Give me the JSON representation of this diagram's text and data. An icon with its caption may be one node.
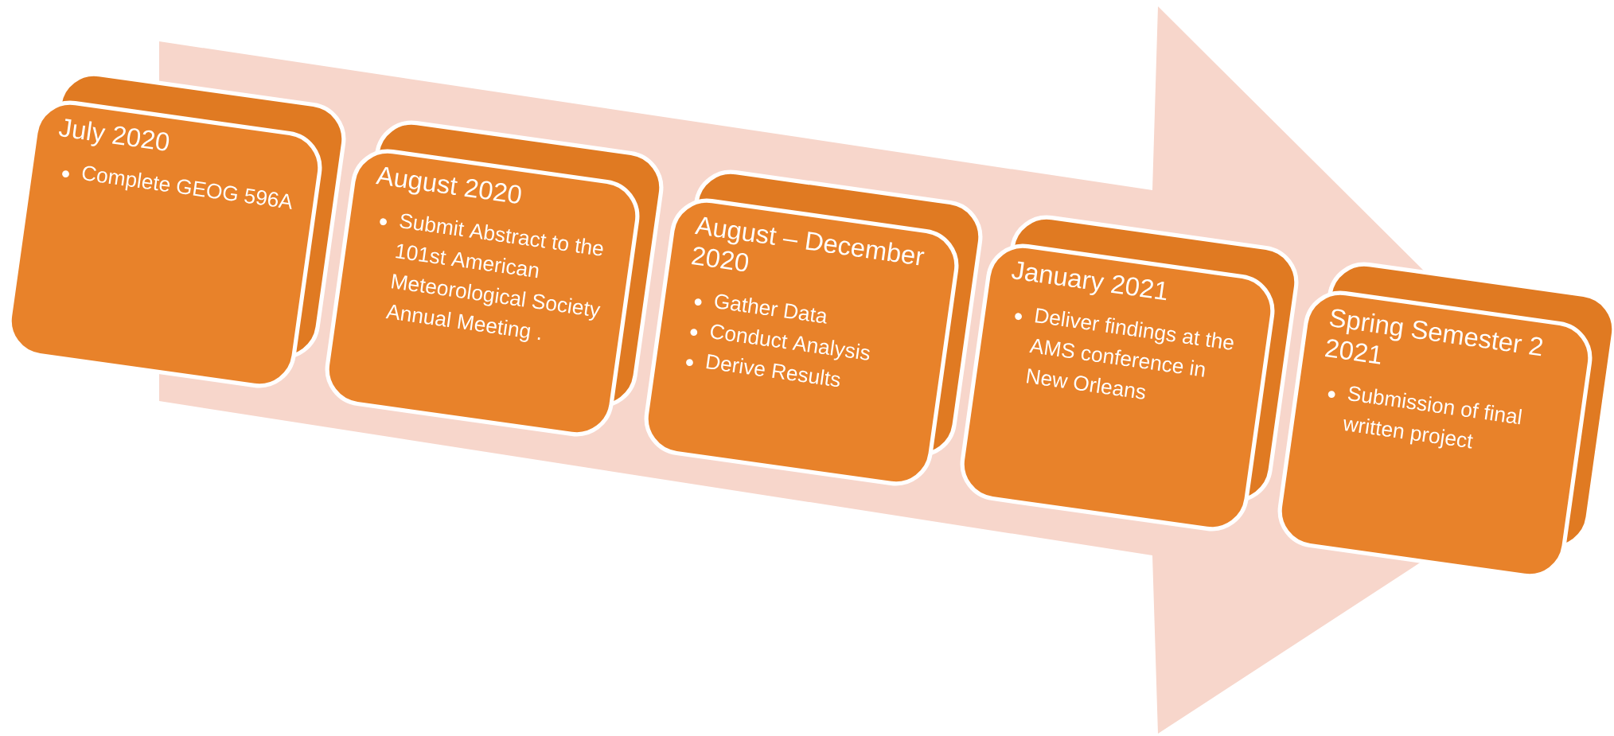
{
  "diagram": {
    "nodes": [
      {
        "text": [
          "July 2020",
          "Complete GEOG 596A"
        ]
      },
      {
        "text": [
          "August 2020",
          "Submit Abstract to the 101st American Meteorological Society Annual Meeting ."
        ]
      },
      {
        "text": [
          "August – December 2020",
          "Gather Data",
          "Conduct Analysis",
          "Derive Results"
        ]
      },
      {
        "text": [
          "January 2021",
          "Deliver findings at the AMS conference in New Orleans"
        ]
      },
      {
        "text": [
          "Spring Semester 2 2021",
          "Submission of final written project"
        ]
      }
    ]
  }
}
